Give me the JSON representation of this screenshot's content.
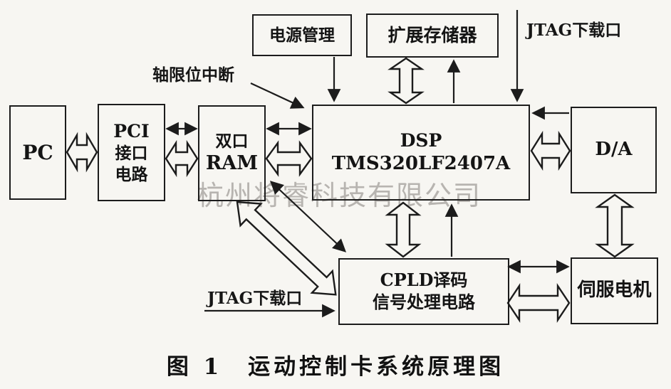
{
  "nodes": {
    "pc": {
      "label": "PC"
    },
    "pci": {
      "lines": [
        "PCI",
        "接口",
        "电路"
      ]
    },
    "ram": {
      "lines": [
        "双口",
        "RAM"
      ]
    },
    "dsp": {
      "lines": [
        "DSP",
        "TMS320LF2407A"
      ]
    },
    "power": {
      "label": "电源管理"
    },
    "memory": {
      "label": "扩展存储器"
    },
    "da": {
      "label": "D/A"
    },
    "cpld": {
      "lines": [
        "CPLD译码",
        "信号处理电路"
      ]
    },
    "servo": {
      "label": "伺服电机"
    }
  },
  "annotations": {
    "axis_limit_interrupt": "轴限位中断",
    "jtag_top": "JTAG下载口",
    "jtag_bottom": "JTAG下载口"
  },
  "caption": "图 1　运动控制卡系统原理图",
  "watermark": "杭州将睿科技有限公司",
  "colors": {
    "line": "#1c1c1c",
    "text": "#141414",
    "watermark": "#b7b4b0",
    "background": "#f7f6f2"
  }
}
